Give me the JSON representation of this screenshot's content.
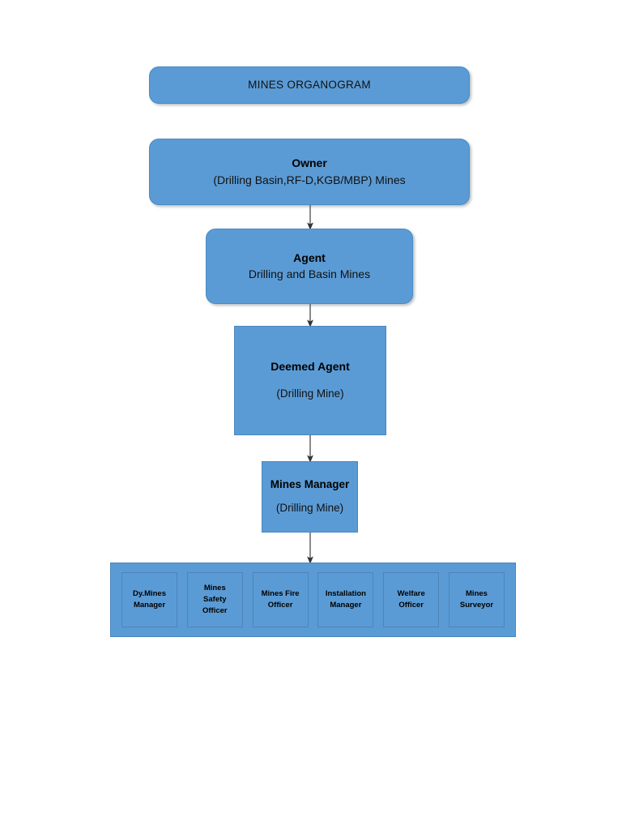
{
  "diagram": {
    "banner": {
      "label": "MINES ORGANOGRAM"
    },
    "nodes": [
      {
        "id": "owner",
        "title": "Owner",
        "subtitle": "(Drilling Basin,RF-D,KGB/MBP) Mines",
        "shape": "rounded-rectangle"
      },
      {
        "id": "agent",
        "title": "Agent",
        "subtitle": "Drilling and Basin Mines",
        "shape": "rounded-rectangle"
      },
      {
        "id": "deemed-agent",
        "title": "Deemed Agent",
        "subtitle": "(Drilling Mine)",
        "shape": "rectangle"
      },
      {
        "id": "mines-manager",
        "title": "Mines Manager",
        "subtitle": "(Drilling Mine)",
        "shape": "rectangle"
      }
    ],
    "roles": [
      {
        "line1": "Dy.Mines",
        "line2": "Manager",
        "line3": ""
      },
      {
        "line1": "Mines",
        "line2": "Safety",
        "line3": "Officer"
      },
      {
        "line1": "Mines Fire",
        "line2": "Officer",
        "line3": ""
      },
      {
        "line1": "Installation",
        "line2": "Manager",
        "line3": ""
      },
      {
        "line1": "Welfare",
        "line2": "Officer",
        "line3": ""
      },
      {
        "line1": "Mines",
        "line2": "Surveyor",
        "line3": ""
      }
    ],
    "colors": {
      "box_fill": "#5b9bd5",
      "box_border": "#4a86bd",
      "connector": "#595959",
      "text": "#111111",
      "page_background": "#ffffff"
    }
  }
}
